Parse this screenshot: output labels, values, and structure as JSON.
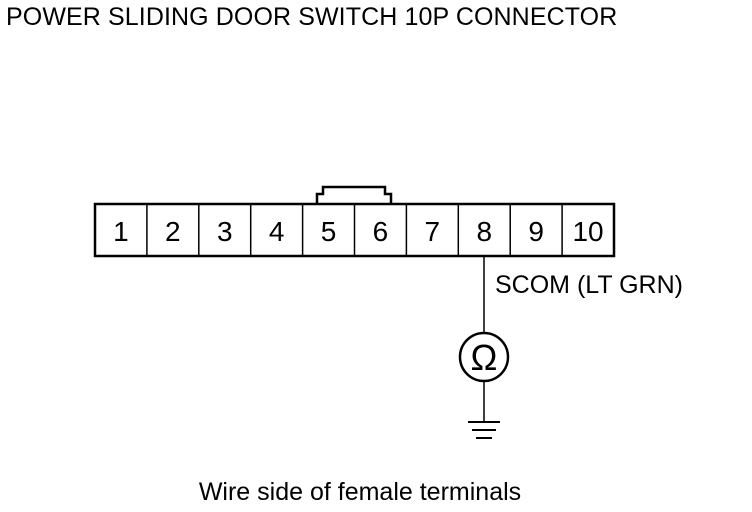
{
  "title": "POWER SLIDING DOOR SWITCH 10P CONNECTOR",
  "connector": {
    "terminals": [
      "1",
      "2",
      "3",
      "4",
      "5",
      "6",
      "7",
      "8",
      "9",
      "10"
    ]
  },
  "probe": {
    "terminal": "8",
    "wire_label": "SCOM (LT GRN)",
    "meter_symbol": "Ω",
    "meter_icon": "ohmmeter-icon",
    "ground_icon": "ground-icon"
  },
  "caption": "Wire side of female terminals"
}
